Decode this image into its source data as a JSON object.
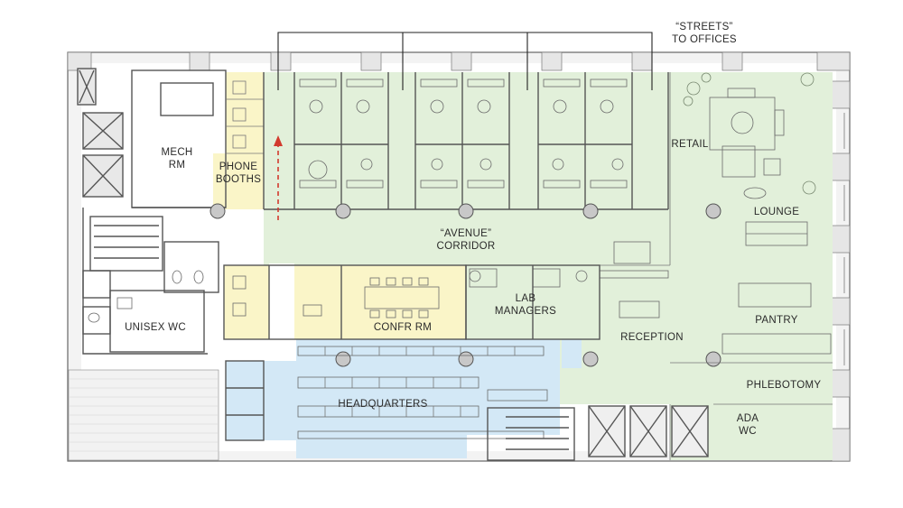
{
  "labels": {
    "streets_line1": "“STREETS”",
    "streets_line2": "TO OFFICES",
    "mech_line1": "MECH",
    "mech_line2": "RM",
    "phone_line1": "PHONE",
    "phone_line2": "BOOTHS",
    "retail": "RETAIL",
    "lounge": "LOUNGE",
    "avenue_line1": "“AVENUE”",
    "avenue_line2": "CORRIDOR",
    "lab_line1": "LAB",
    "lab_line2": "MANAGERS",
    "confr": "CONFR RM",
    "pantry": "PANTRY",
    "reception": "RECEPTION",
    "unisex": "UNISEX WC",
    "headquarters": "HEADQUARTERS",
    "phlebotomy": "PHLEBOTOMY",
    "ada_line1": "ADA",
    "ada_line2": "WC"
  },
  "colors": {
    "green_zone": "#e2f0da",
    "yellow_zone": "#faf5c8",
    "blue_zone": "#d3e8f6",
    "arrow": "#d23a2e",
    "wall": "#555555"
  }
}
